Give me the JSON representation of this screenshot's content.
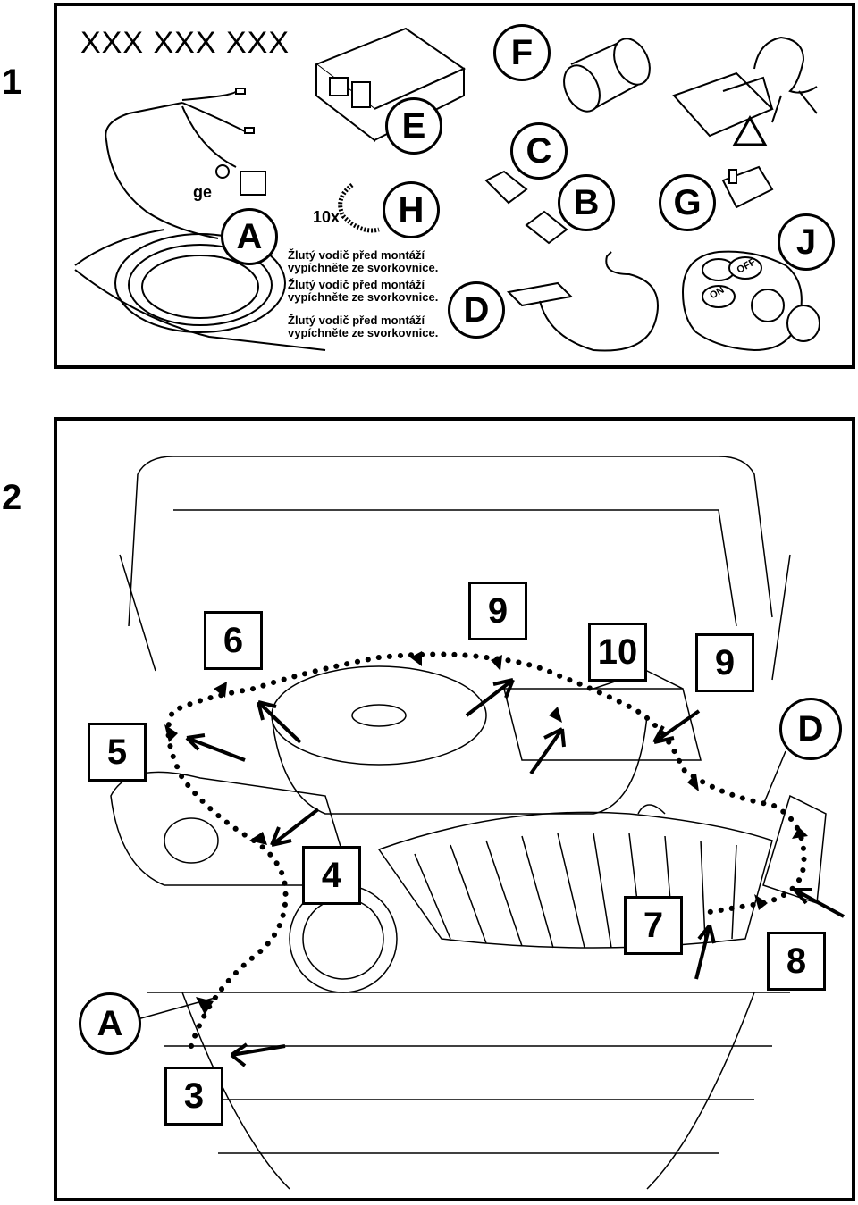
{
  "steps": [
    "1",
    "2"
  ],
  "panel1": {
    "title": "XXX XXX XXX",
    "labels": {
      "A": "A",
      "B": "B",
      "C": "C",
      "D": "D",
      "E": "E",
      "F": "F",
      "G": "G",
      "H": "H",
      "J": "J"
    },
    "ge": "ge",
    "tenx": "10x",
    "notes": [
      {
        "line1": "Žlutý vodič před montáží",
        "line2": "vypíchněte ze svorkovnice."
      },
      {
        "line1": "Žlutý vodič před montáží",
        "line2": "vypíchněte ze svorkovnice."
      },
      {
        "line1": "Žlutý vodič před montáží",
        "line2": "vypíchněte ze svorkovnice."
      }
    ],
    "remote": {
      "off": "OFF",
      "on": "ON"
    },
    "warning": "!"
  },
  "panel2": {
    "boxes": {
      "b3": "3",
      "b4": "4",
      "b5": "5",
      "b6": "6",
      "b7": "7",
      "b8": "8",
      "b9a": "9",
      "b9b": "9",
      "b10": "10"
    },
    "circles": {
      "A": "A",
      "D": "D"
    }
  }
}
